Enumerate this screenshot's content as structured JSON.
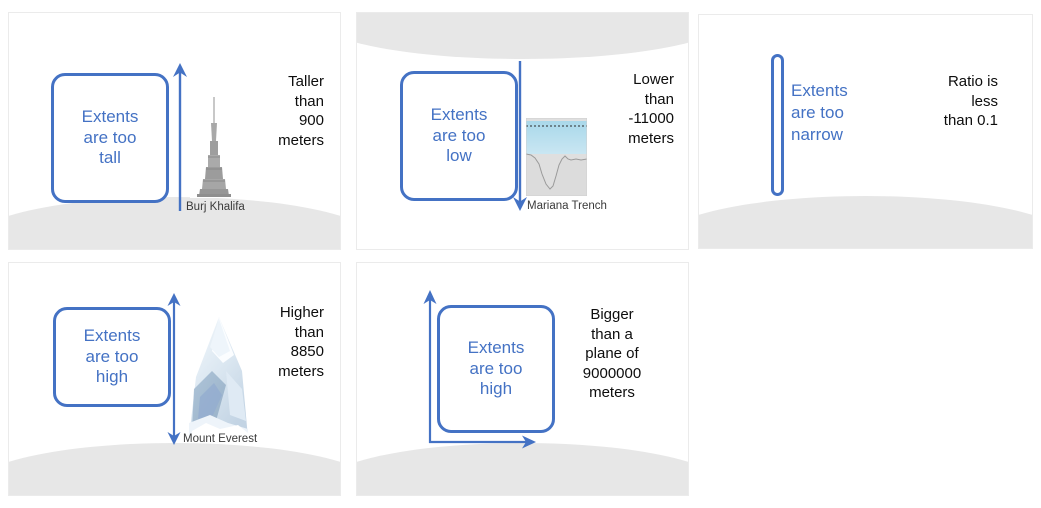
{
  "meta": {
    "accent_blue": "#4472C4",
    "ground_gray": "#E7E7E7",
    "panel_border": "#EBEBEB",
    "note_text_color": "#0D0D0D",
    "caption_color": "#3A3A3A"
  },
  "panels": [
    {
      "id": "extents-too-tall",
      "callout": "Extents are too tall",
      "callout_lines": [
        "Extents",
        "are too",
        "tall"
      ],
      "note_lines": [
        "Taller",
        "than",
        "900",
        "meters"
      ],
      "note": "Taller than 900 meters",
      "caption": "Burj Khalifa",
      "thumbnail": "burj-khalifa-photo",
      "arrow": "up-arrow",
      "ground": "bottom"
    },
    {
      "id": "extents-too-low",
      "callout": "Extents are too low",
      "callout_lines": [
        "Extents",
        "are too",
        "low"
      ],
      "note_lines": [
        "Lower",
        "than",
        "-11000",
        "meters"
      ],
      "note": "Lower than -11000 meters",
      "caption": "Mariana Trench",
      "thumbnail": "mariana-trench-photo",
      "arrow": "down-arrow",
      "ground": "top"
    },
    {
      "id": "extents-too-narrow",
      "callout": "Extents are too narrow",
      "callout_lines": [
        "Extents",
        "are too",
        "narrow"
      ],
      "note_lines": [
        "Ratio is",
        "less",
        "than 0.1"
      ],
      "note": "Ratio is less than 0.1",
      "caption": "",
      "thumbnail": "",
      "arrow": "",
      "ground": "bottom"
    },
    {
      "id": "extents-too-high",
      "callout": "Extents are too high",
      "callout_lines": [
        "Extents",
        "are too",
        "high"
      ],
      "note_lines": [
        "Higher",
        "than",
        "8850",
        "meters"
      ],
      "note": "Higher than 8850 meters",
      "caption": "Mount Everest",
      "thumbnail": "mount-everest-photo",
      "arrow": "double-headed-vertical-arrow",
      "ground": "bottom"
    },
    {
      "id": "extents-too-high-plane",
      "callout": "Extents are too high",
      "callout_lines": [
        "Extents",
        "are too",
        "high"
      ],
      "note_lines": [
        "Bigger",
        "than a",
        "plane of",
        "9000000",
        "meters"
      ],
      "note": "Bigger than a plane of 9000000 meters",
      "caption": "",
      "thumbnail": "",
      "arrow": "axes-arrows",
      "ground": "bottom"
    }
  ]
}
